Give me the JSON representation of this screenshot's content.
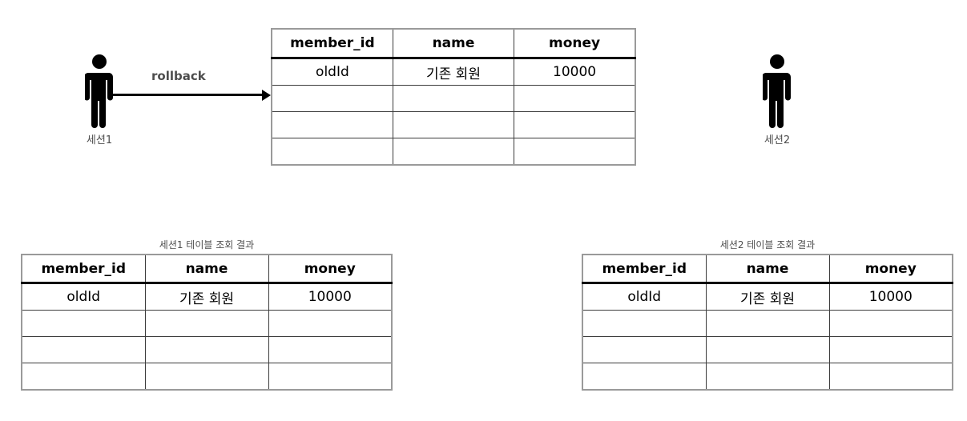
{
  "diagram": {
    "title_hidden": "",
    "accent_color": "#000000",
    "label_color": "#4d4d4d",
    "border_outer_color": "#9a9a9a",
    "border_inner_color": "#3c3c3c"
  },
  "actors": [
    {
      "id": "session1",
      "icon": "person-icon",
      "label": "세션1"
    },
    {
      "id": "session2",
      "icon": "person-icon",
      "label": "세션2"
    }
  ],
  "arrow": {
    "label": "rollback",
    "icon": "arrow-right-icon",
    "from": "세션1",
    "to": "top-table"
  },
  "columns": [
    "member_id",
    "name",
    "money"
  ],
  "tables": [
    {
      "id": "top-table",
      "caption": "",
      "headers": [
        "member_id",
        "name",
        "money"
      ],
      "rows": [
        [
          "oldId",
          "기존 회원",
          "10000"
        ],
        [
          "",
          "",
          ""
        ],
        [
          "",
          "",
          ""
        ],
        [
          "",
          "",
          ""
        ]
      ]
    },
    {
      "id": "left-table",
      "caption": "세션1 테이블 조회 결과",
      "headers": [
        "member_id",
        "name",
        "money"
      ],
      "rows": [
        [
          "oldId",
          "기존 회원",
          "10000"
        ],
        [
          "",
          "",
          ""
        ],
        [
          "",
          "",
          ""
        ],
        [
          "",
          "",
          ""
        ]
      ]
    },
    {
      "id": "right-table",
      "caption": "세션2 테이블 조회 결과",
      "headers": [
        "member_id",
        "name",
        "money"
      ],
      "rows": [
        [
          "oldId",
          "기존 회원",
          "10000"
        ],
        [
          "",
          "",
          ""
        ],
        [
          "",
          "",
          ""
        ],
        [
          "",
          "",
          ""
        ]
      ]
    }
  ]
}
